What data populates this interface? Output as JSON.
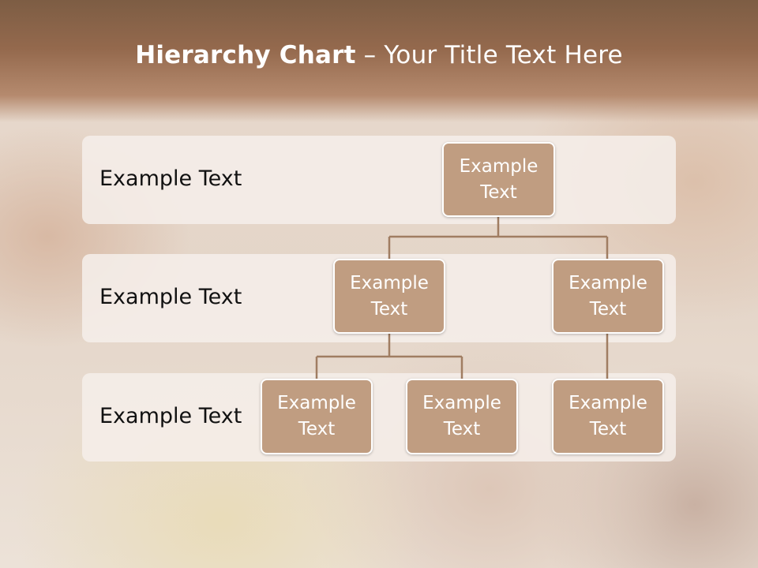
{
  "title": {
    "bold": "Hierarchy Chart",
    "rest": " – Your Title Text Here"
  },
  "levels": [
    "Example Text",
    "Example Text",
    "Example Text"
  ],
  "nodes": {
    "root": "Example\nText",
    "l2_left": "Example\nText",
    "l2_right": "Example\nText",
    "l3_a": "Example\nText",
    "l3_b": "Example\nText",
    "l3_c": "Example\nText"
  },
  "colors": {
    "node_fill": "#c09d81",
    "connector": "#a07d62",
    "band": "#94694d"
  }
}
